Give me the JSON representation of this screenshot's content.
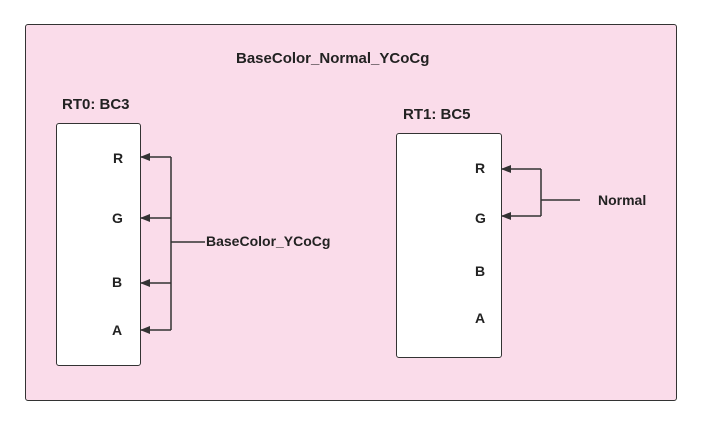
{
  "diagram": {
    "title": "BaseColor_Normal_YCoCg",
    "background_color": "#fadcea",
    "border_color": "#333333",
    "rt0": {
      "header": "RT0: BC3",
      "channels": [
        "R",
        "G",
        "B",
        "A"
      ],
      "source": "BaseColor_YCoCg"
    },
    "rt1": {
      "header": "RT1: BC5",
      "channels": [
        "R",
        "G",
        "B",
        "A"
      ],
      "source": "Normal"
    }
  }
}
